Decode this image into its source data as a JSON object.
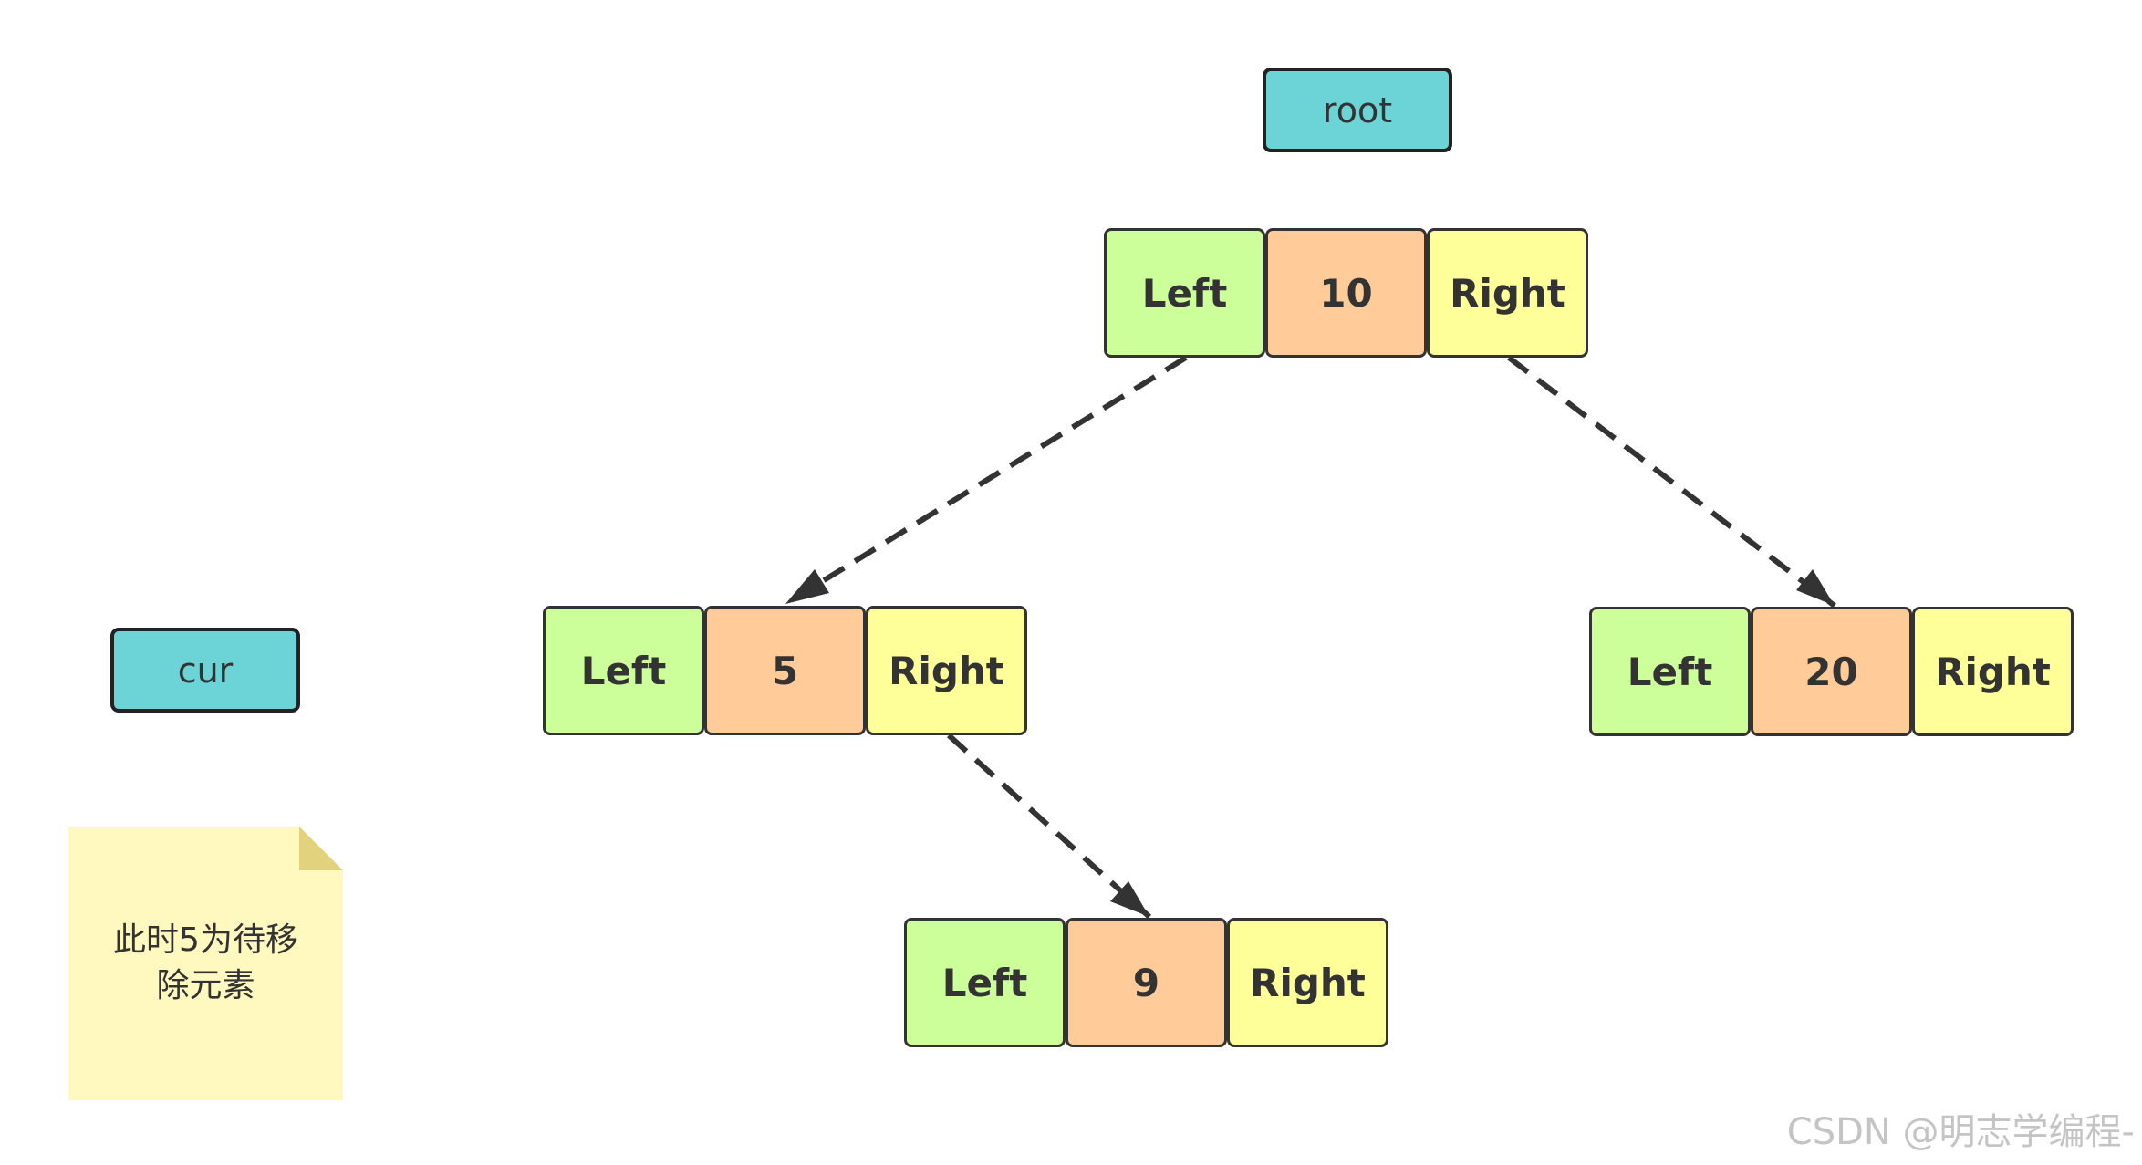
{
  "colors": {
    "pointer": "#6cd4d6",
    "left_field": "#ccff99",
    "value_field": "#ffcc99",
    "right_field": "#ffff99",
    "note": "#fff8bf",
    "note_fold": "#e3d27d",
    "edge": "#333333"
  },
  "pointers": {
    "root": "root",
    "cur": "cur"
  },
  "nodes": [
    {
      "left": "Left",
      "value": "10",
      "right": "Right"
    },
    {
      "left": "Left",
      "value": "5",
      "right": "Right"
    },
    {
      "left": "Left",
      "value": "20",
      "right": "Right"
    },
    {
      "left": "Left",
      "value": "9",
      "right": "Right"
    }
  ],
  "edges": [
    {
      "from": "10",
      "side": "Left",
      "to": "5"
    },
    {
      "from": "10",
      "side": "Right",
      "to": "20"
    },
    {
      "from": "5",
      "side": "Right",
      "to": "9"
    }
  ],
  "note": {
    "text": "此时5为待移\n除元素"
  },
  "watermark": "CSDN @明志学编程-"
}
